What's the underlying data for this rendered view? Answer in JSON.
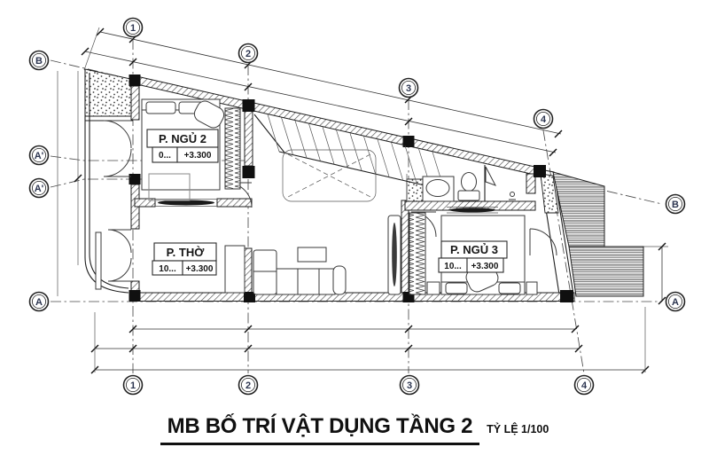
{
  "drawing": {
    "title": "MB BỐ TRÍ VẬT DỤNG TẦNG 2",
    "scale_label": "TỶ LỆ 1/100",
    "type": "floor-plan",
    "floor": "Tầng 2"
  },
  "grid": {
    "top": [
      {
        "label": "1"
      },
      {
        "label": "2"
      },
      {
        "label": "3"
      },
      {
        "label": "4"
      }
    ],
    "bottom": [
      {
        "label": "1"
      },
      {
        "label": "2"
      },
      {
        "label": "3"
      },
      {
        "label": "4"
      }
    ],
    "left": [
      {
        "label": "B"
      },
      {
        "label": "A'"
      },
      {
        "label": "A'"
      },
      {
        "label": "A"
      }
    ],
    "right": [
      {
        "label": "B"
      },
      {
        "label": "A"
      }
    ]
  },
  "rooms": [
    {
      "name": "P. NGỦ 2",
      "area": "0...",
      "elevation": "+3.300"
    },
    {
      "name": "P. THỜ",
      "area": "10...",
      "elevation": "+3.300"
    },
    {
      "name": "P. NGỦ 3",
      "area": "10...",
      "elevation": "+3.300"
    }
  ],
  "colors": {
    "background": "#ffffff",
    "line": "#1f1f1f",
    "bubble_text": "#2c3550",
    "roof_stripe": "#9e9e9e"
  }
}
